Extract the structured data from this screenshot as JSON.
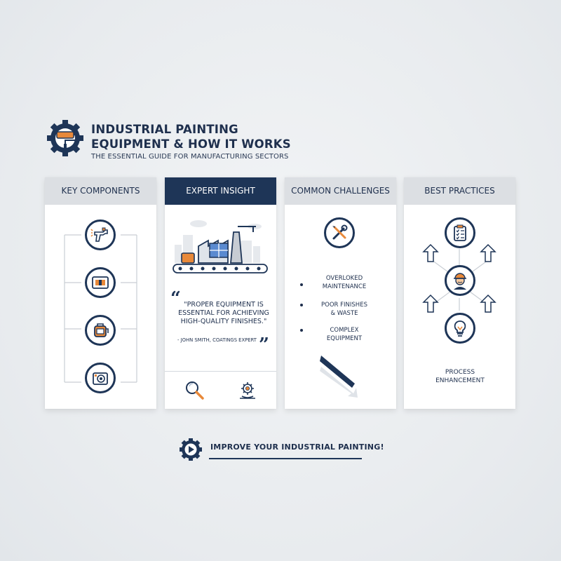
{
  "header": {
    "title_line1": "INDUSTRIAL PAINTING",
    "title_line2": "EQUIPMENT & HOW IT WORKS",
    "subtitle": "THE ESSENTIAL GUIDE FOR MANUFACTURING SECTORS"
  },
  "cards": {
    "key_components": {
      "heading": "KEY COMPONENTS",
      "icons": [
        "spray-gun-icon",
        "control-panel-icon",
        "pump-tank-icon",
        "compressor-icon"
      ]
    },
    "expert_insight": {
      "heading": "EXPERT INSIGHT",
      "quote_open": "“",
      "quote_line1": "\"PROPER EQUIPMENT IS",
      "quote_line2": "ESSENTIAL FOR ACHIEVING",
      "quote_line3": "HIGH-QUALITY FINISHES.\"",
      "attribution": "- JOHN SMITH, COATINGS EXPERT",
      "quote_close": "”"
    },
    "common_challenges": {
      "heading": "COMMON CHALLENGES",
      "items": [
        {
          "line1": "OVERLOKED",
          "line2": "MAINTENANCE"
        },
        {
          "line1": "POOR FINISHES",
          "line2": "& WASTE"
        },
        {
          "line1": "COMPLEX",
          "line2": "EQUIPMENT"
        }
      ]
    },
    "best_practices": {
      "heading": "BEST PRACTICES",
      "caption_line1": "PROCESS",
      "caption_line2": "ENHANCEMENT"
    }
  },
  "cta": {
    "label": "IMPROVE YOUR INDUSTRIAL PAINTING!"
  },
  "colors": {
    "navy": "#1e3557",
    "orange": "#e8893a",
    "header_gray": "#dcdfe3"
  }
}
